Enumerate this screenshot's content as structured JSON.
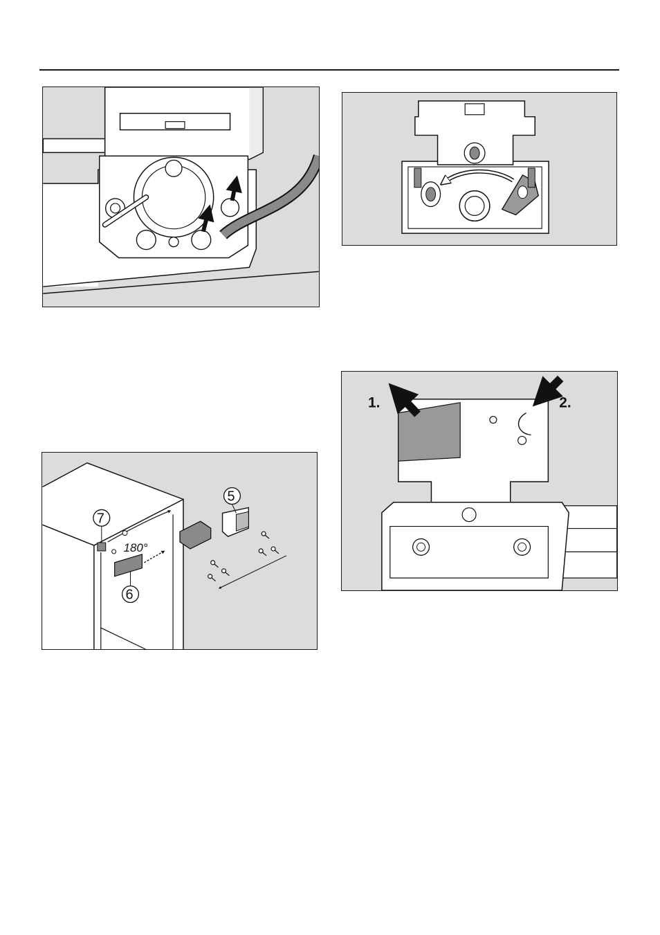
{
  "figures": {
    "hinge_cover": {
      "icon": "hinge-screws-arrows"
    },
    "hinge_plate": {
      "icon": "hinge-plate-rotate-arrow"
    },
    "hinge_removal": {
      "icon": "hinge-release-arrows",
      "step1": "1.",
      "step2": "2."
    },
    "appliance_parts": {
      "icon": "appliance-reversal-parts",
      "callout5": "5",
      "callout6": "6",
      "callout7": "7",
      "angle": "180°"
    }
  }
}
